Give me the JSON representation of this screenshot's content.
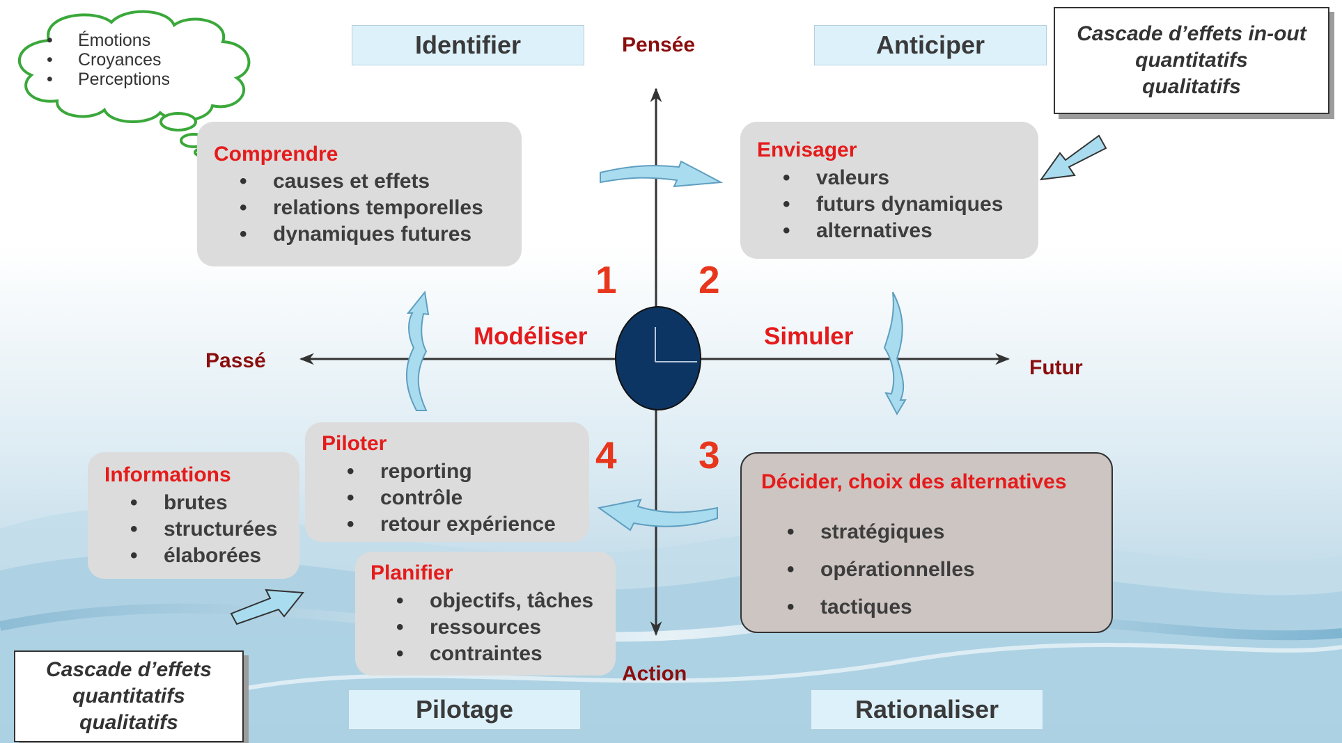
{
  "headers": {
    "top_left": "Identifier",
    "top_right": "Anticiper",
    "bottom_left": "Pilotage",
    "bottom_right": "Rationaliser"
  },
  "axes": {
    "top": "Pensée",
    "bottom": "Action",
    "left": "Passé",
    "right": "Futur"
  },
  "quadrants": {
    "q1": "1",
    "q2": "2",
    "q3": "3",
    "q4": "4"
  },
  "verbs": {
    "left": "Modéliser",
    "right": "Simuler"
  },
  "cloud": {
    "items": [
      "Émotions",
      "Croyances",
      "Perceptions"
    ]
  },
  "boxes": {
    "comprendre": {
      "title": "Comprendre",
      "items": [
        "causes et effets",
        "relations temporelles",
        "dynamiques futures"
      ]
    },
    "envisager": {
      "title": "Envisager",
      "items": [
        "valeurs",
        "futurs dynamiques",
        "alternatives"
      ]
    },
    "piloter": {
      "title": "Piloter",
      "items": [
        "reporting",
        "contrôle",
        "retour expérience"
      ]
    },
    "informations": {
      "title": "Informations",
      "items": [
        "brutes",
        "structurées",
        "élaborées"
      ]
    },
    "planifier": {
      "title": "Planifier",
      "items": [
        "objectifs, tâches",
        "ressources",
        "contraintes"
      ]
    },
    "decider": {
      "title": "Décider, choix des alternatives",
      "items": [
        "stratégiques",
        "opérationnelles",
        "tactiques"
      ]
    }
  },
  "cascade_top": {
    "lines": [
      "Cascade d’effets in-out",
      "quantitatifs",
      "qualitatifs"
    ]
  },
  "cascade_bottom": {
    "lines": [
      "Cascade d’effets",
      "quantitatifs",
      "qualitatifs"
    ]
  },
  "colors": {
    "accent_red": "#e51b1b",
    "axis_label": "#8b0d0d",
    "quadrant_number": "#e8361d",
    "clock_fill": "#0d3563",
    "arrow_fill": "#a9dcef",
    "header_fill": "#ddf1fb",
    "box_fill": "#dcdcdc",
    "decide_fill": "#cdc5c2"
  },
  "icons": {
    "center": "clock-icon",
    "cloud": "thought-cloud-icon",
    "arrows": "curved-arrow-icon"
  }
}
